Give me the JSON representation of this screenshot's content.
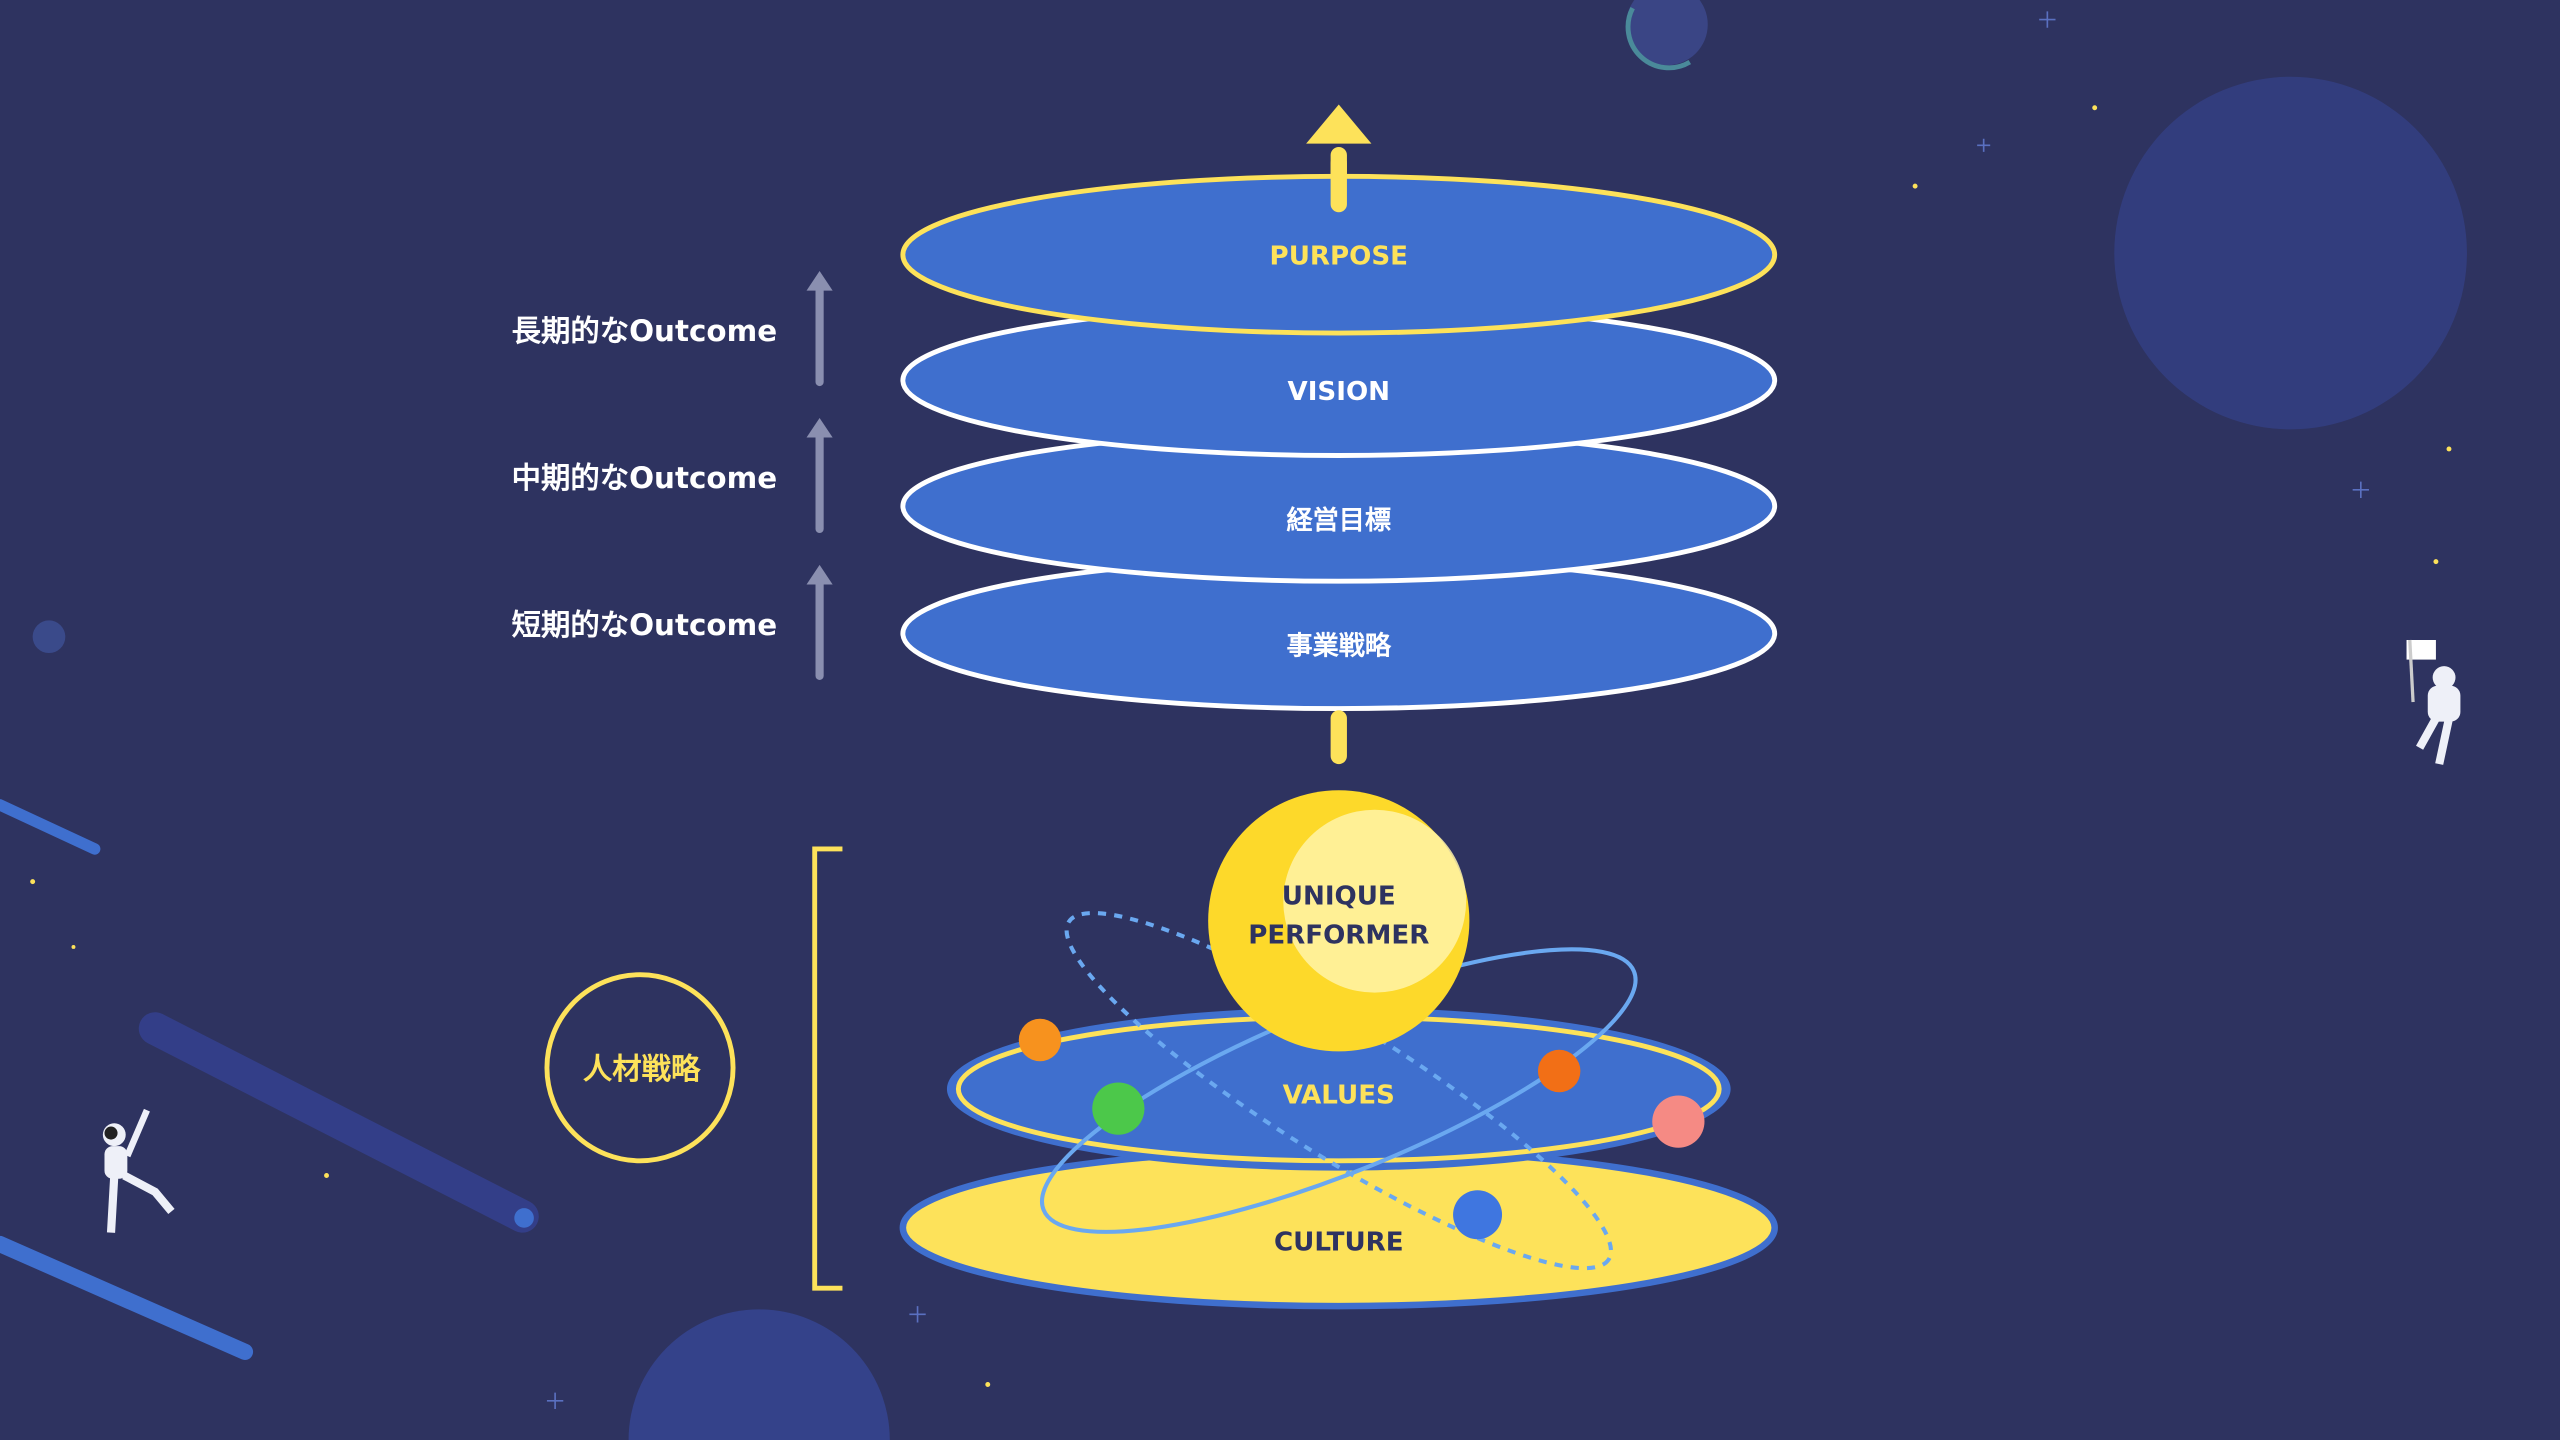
{
  "colors": {
    "background": "#2e3360",
    "layer_blue": "#3f6fce",
    "yellow": "#fde25a",
    "white": "#ffffff",
    "arrow_gray": "#8a8fb0"
  },
  "layers": [
    {
      "label": "PURPOSE"
    },
    {
      "label": "VISION"
    },
    {
      "label": "経営目標"
    },
    {
      "label": "事業戦略"
    }
  ],
  "outcomes": [
    {
      "label": "長期的なOutcome"
    },
    {
      "label": "中期的なOutcome"
    },
    {
      "label": "短期的なOutcome"
    }
  ],
  "foundation": {
    "core_line1": "UNIQUE",
    "core_line2": "PERFORMER",
    "values": "VALUES",
    "culture": "CULTURE",
    "hr_strategy": "人材戦略"
  }
}
